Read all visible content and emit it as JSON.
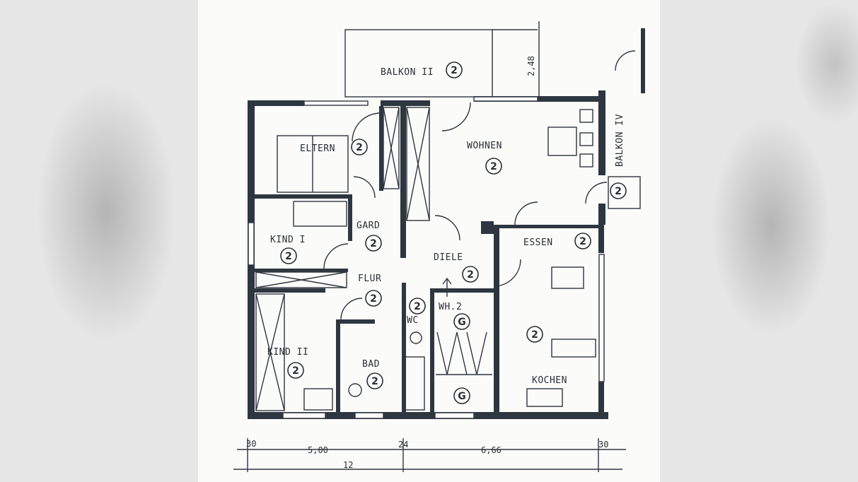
{
  "rooms": {
    "balkon2": "BALKON II",
    "eltern": "ELTERN",
    "wohnen": "WOHNEN",
    "balkon4": "BALKON IV",
    "kind1": "KIND I",
    "gard": "GARD",
    "diele": "DIELE",
    "essen": "ESSEN",
    "flur": "FLUR",
    "wc": "WC",
    "wh": "WH.2",
    "kind2": "KIND II",
    "bad": "BAD",
    "kochen": "KOCHEN"
  },
  "marks": {
    "two": "2",
    "g": "G"
  },
  "dimensions": {
    "balkon_depth": "2,48",
    "left": "5,00",
    "mid": "24",
    "right": "6,66",
    "edge_left": "30",
    "edge_right": "30",
    "bottom_center": "12"
  }
}
